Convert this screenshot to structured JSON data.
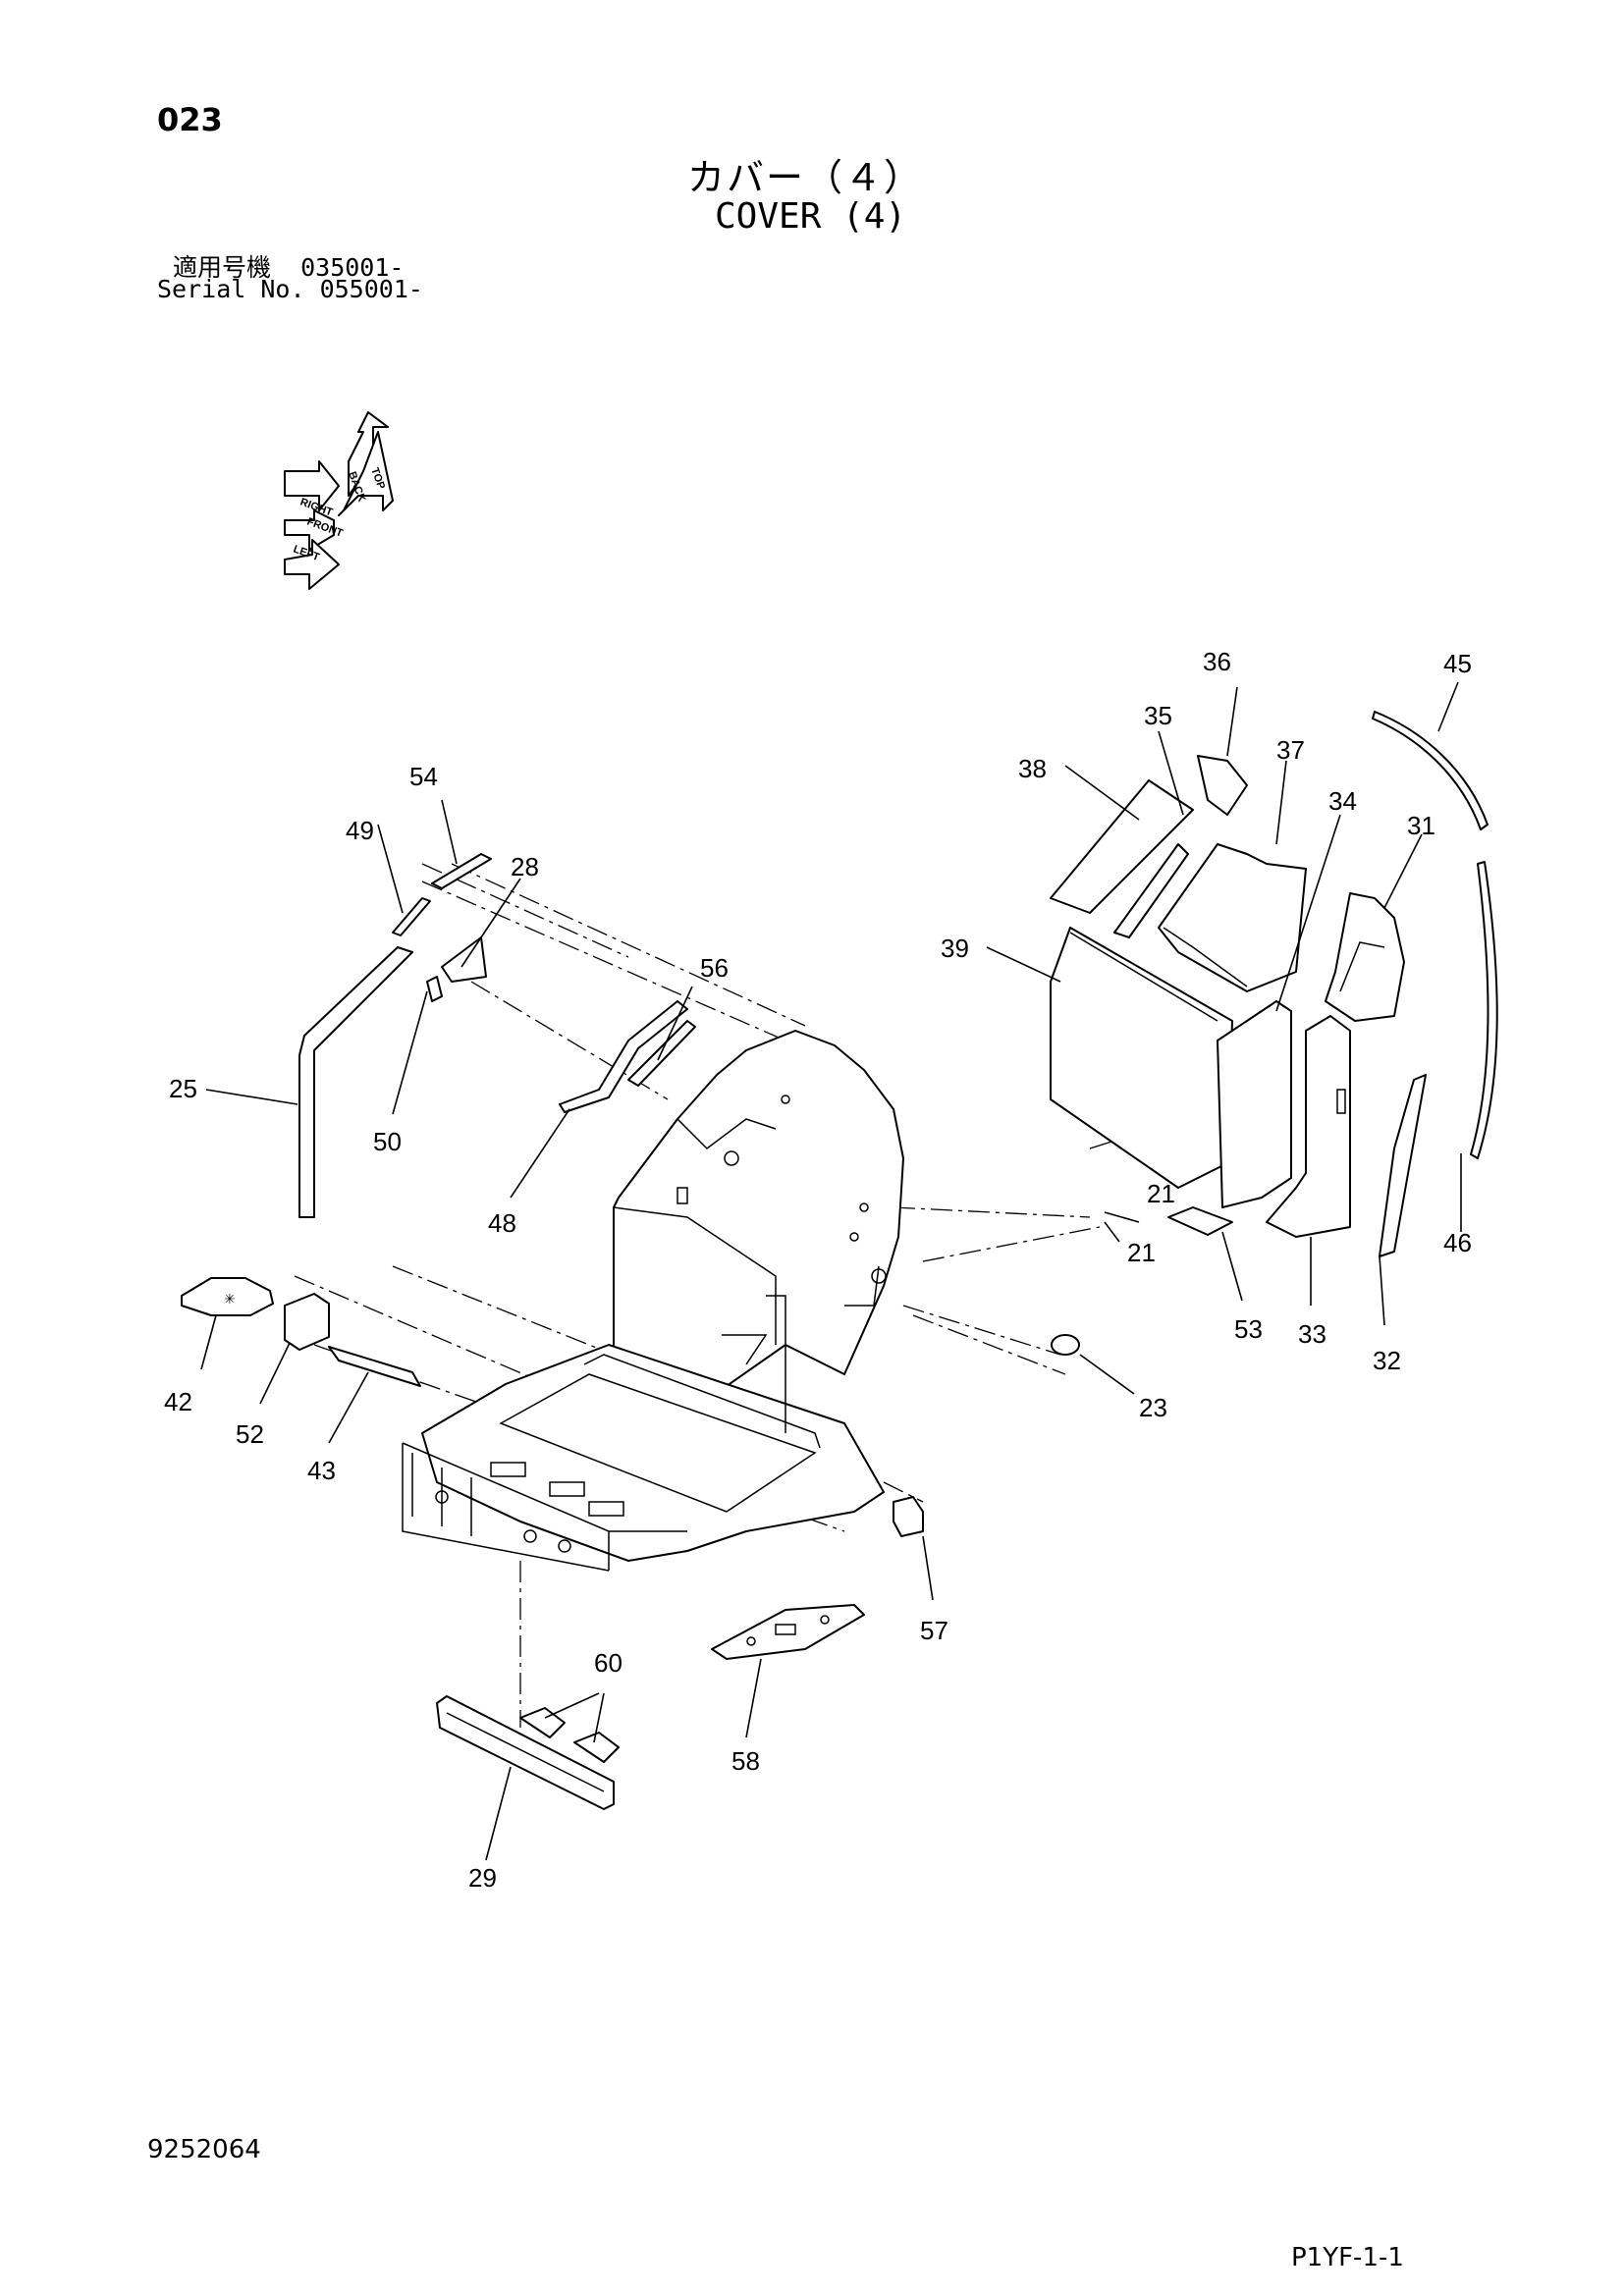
{
  "header": {
    "page_number": "023",
    "title_jp": "カバー（４）",
    "title_en": "COVER (4)",
    "serial_jp": "適用号機  035001-",
    "serial_en": "Serial No. 055001-"
  },
  "orientation": {
    "labels": [
      "TOP",
      "BACK",
      "RIGHT",
      "FRONT",
      "LEFT"
    ]
  },
  "callouts": {
    "c21a": "21",
    "c21b": "21",
    "c23": "23",
    "c25": "25",
    "c28": "28",
    "c29": "29",
    "c31": "31",
    "c32": "32",
    "c33": "33",
    "c34": "34",
    "c35": "35",
    "c36": "36",
    "c37": "37",
    "c38": "38",
    "c39": "39",
    "c42": "42",
    "c43": "43",
    "c45": "45",
    "c46": "46",
    "c48": "48",
    "c49": "49",
    "c50": "50",
    "c52": "52",
    "c53": "53",
    "c54": "54",
    "c56": "56",
    "c57": "57",
    "c58": "58",
    "c60": "60"
  },
  "footer": {
    "drawing_number": "9252064",
    "sheet_id": "P1YF-1-1"
  }
}
